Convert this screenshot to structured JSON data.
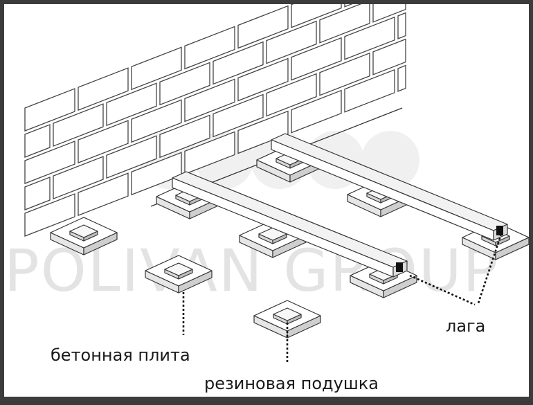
{
  "watermark": "POLIVAN GROUP",
  "labels": {
    "joist": "лага",
    "concrete_slab": "бетонная плита",
    "rubber_pad": "резиновая подушка"
  }
}
